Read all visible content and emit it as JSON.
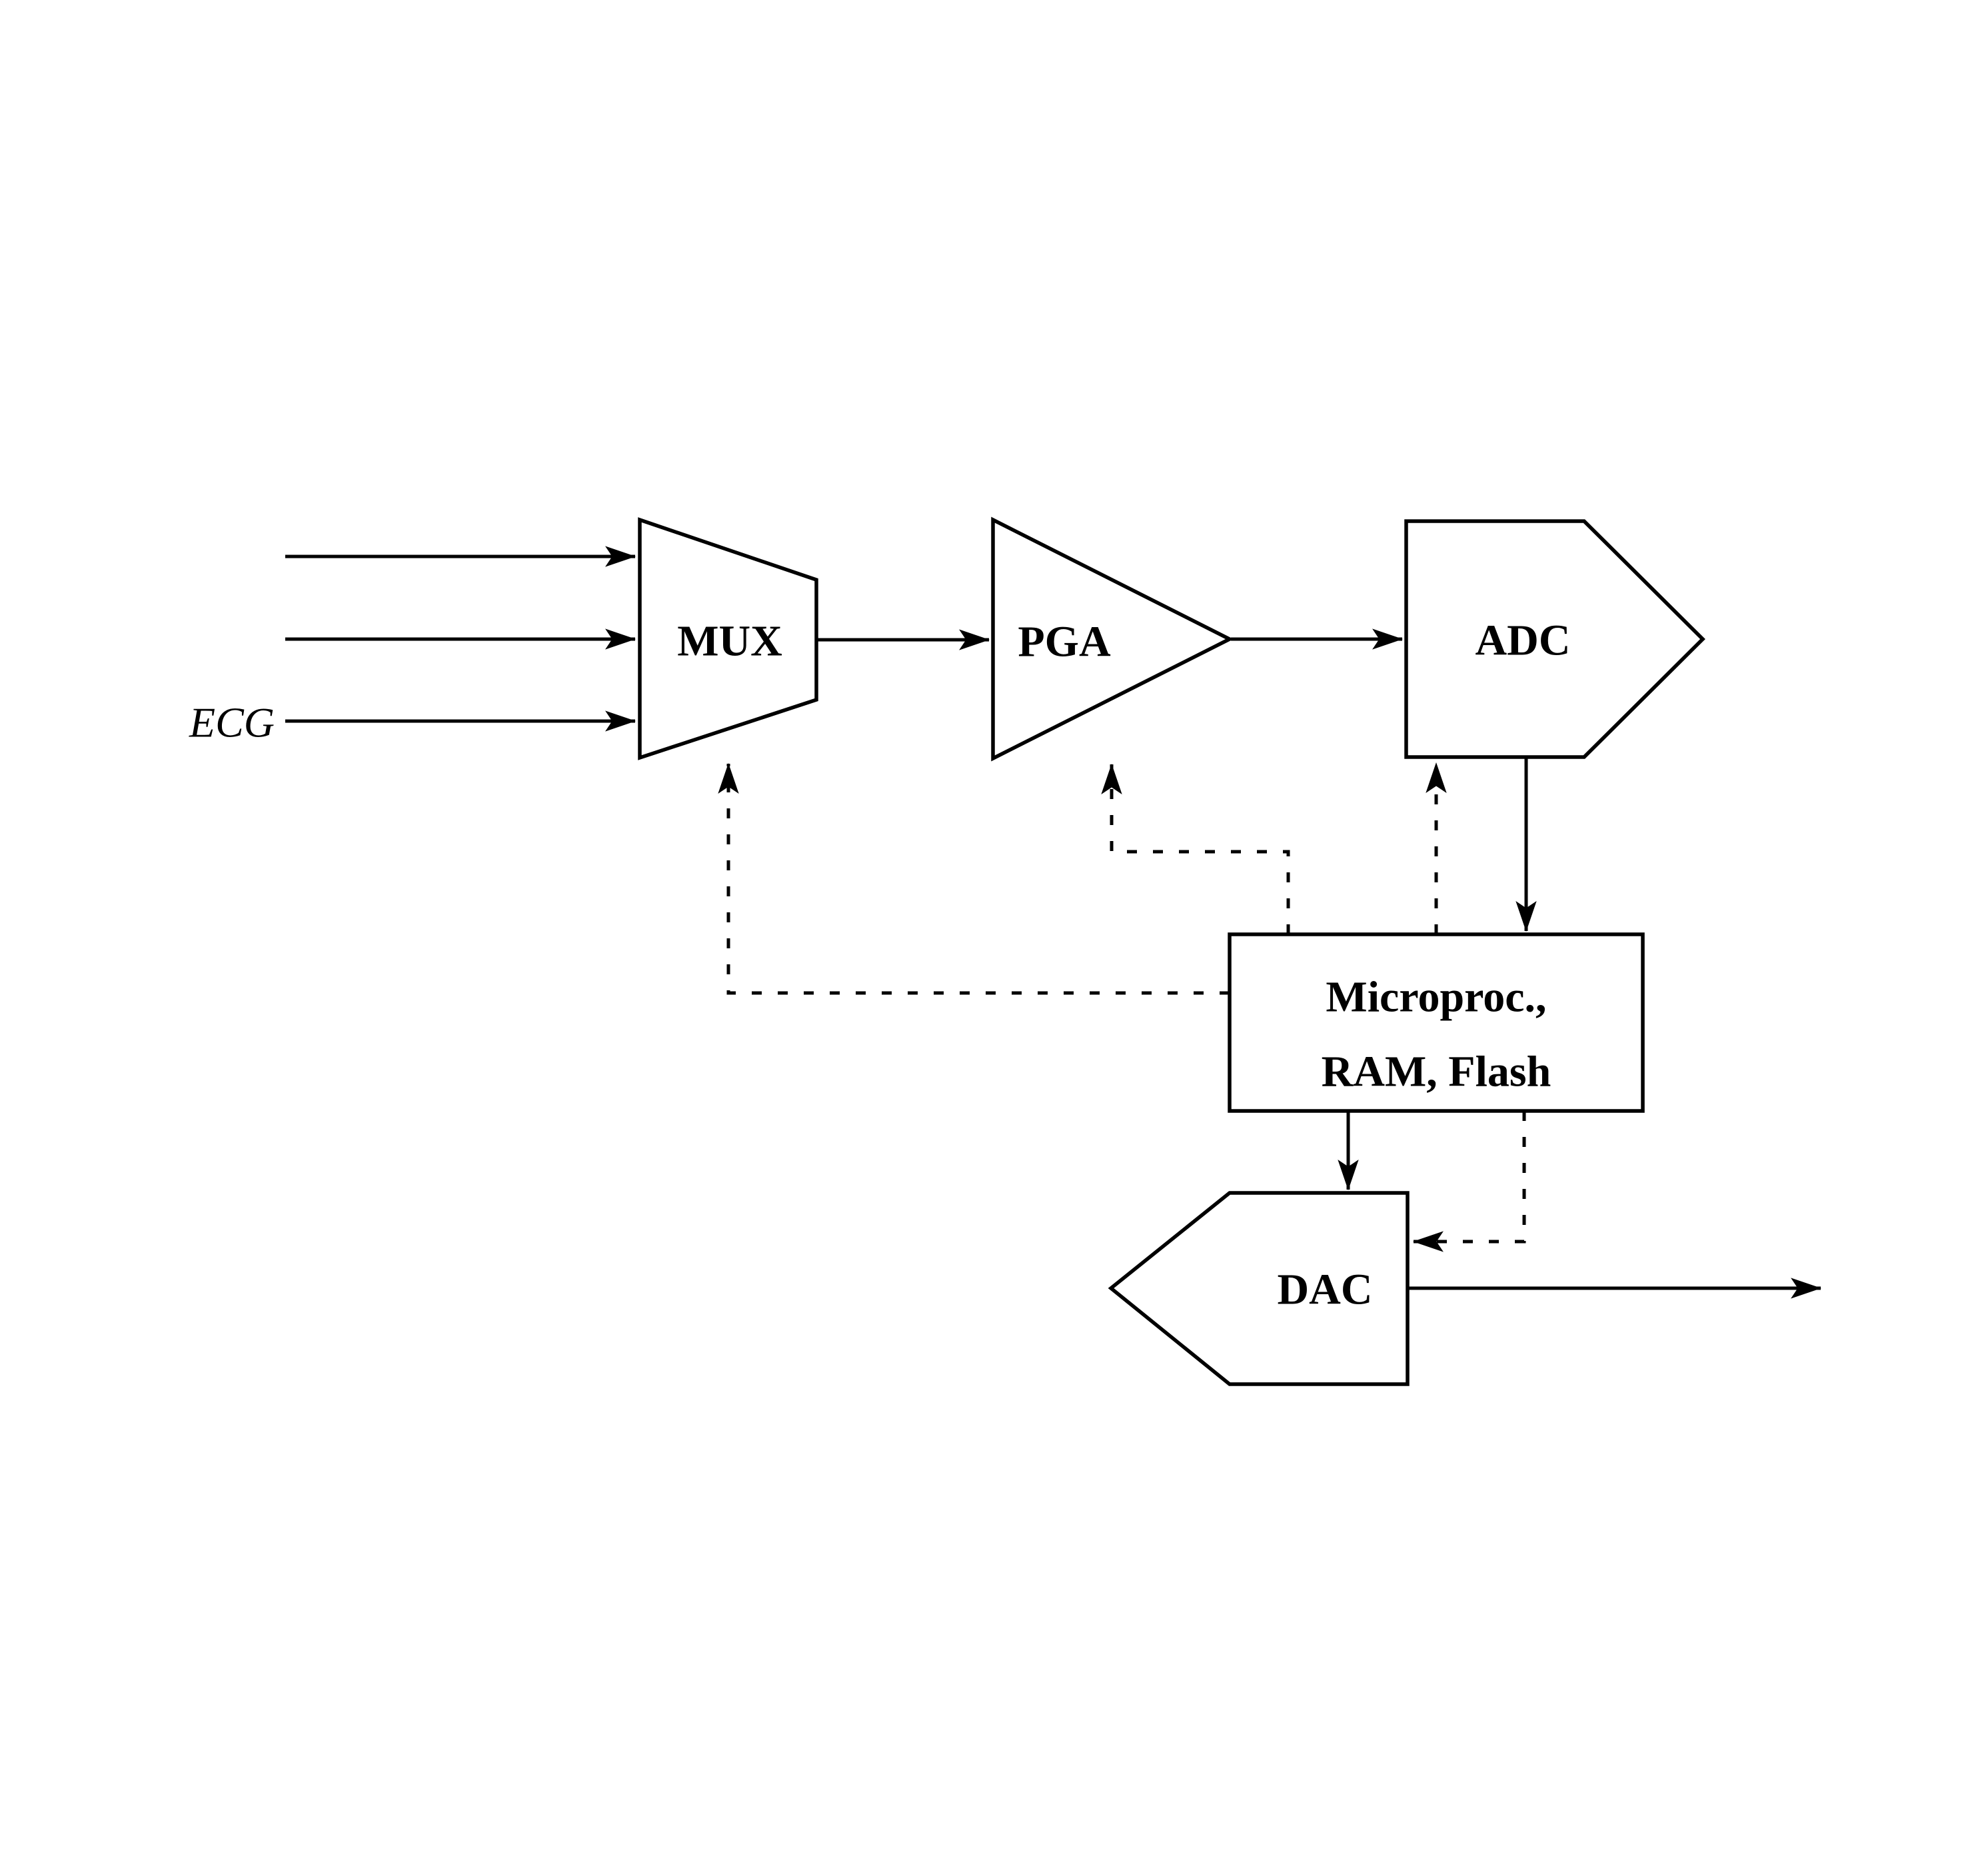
{
  "diagram": {
    "background_color": "#ffffff",
    "line_color": "#000000",
    "blocks": {
      "mux": {
        "label": "MUX"
      },
      "pga": {
        "label": "PGA"
      },
      "adc": {
        "label": "ADC"
      },
      "micro": {
        "label_line1": "Microproc.,",
        "label_line2": "RAM, Flash"
      },
      "dac": {
        "label": "DAC"
      }
    },
    "inputs": {
      "ecg_label": "ECG",
      "input_count": 3
    },
    "connections": [
      {
        "from": "input-1",
        "to": "mux",
        "style": "solid"
      },
      {
        "from": "input-2",
        "to": "mux",
        "style": "solid"
      },
      {
        "from": "ecg-input",
        "to": "mux",
        "style": "solid"
      },
      {
        "from": "mux",
        "to": "pga",
        "style": "solid"
      },
      {
        "from": "pga",
        "to": "adc",
        "style": "solid"
      },
      {
        "from": "adc",
        "to": "micro",
        "style": "solid"
      },
      {
        "from": "micro",
        "to": "dac",
        "style": "solid"
      },
      {
        "from": "dac",
        "to": "output",
        "style": "solid"
      },
      {
        "from": "micro",
        "to": "mux",
        "style": "dashed"
      },
      {
        "from": "micro",
        "to": "pga",
        "style": "dashed"
      },
      {
        "from": "micro",
        "to": "adc",
        "style": "dashed"
      },
      {
        "from": "micro",
        "to": "dac",
        "style": "dashed"
      }
    ]
  }
}
